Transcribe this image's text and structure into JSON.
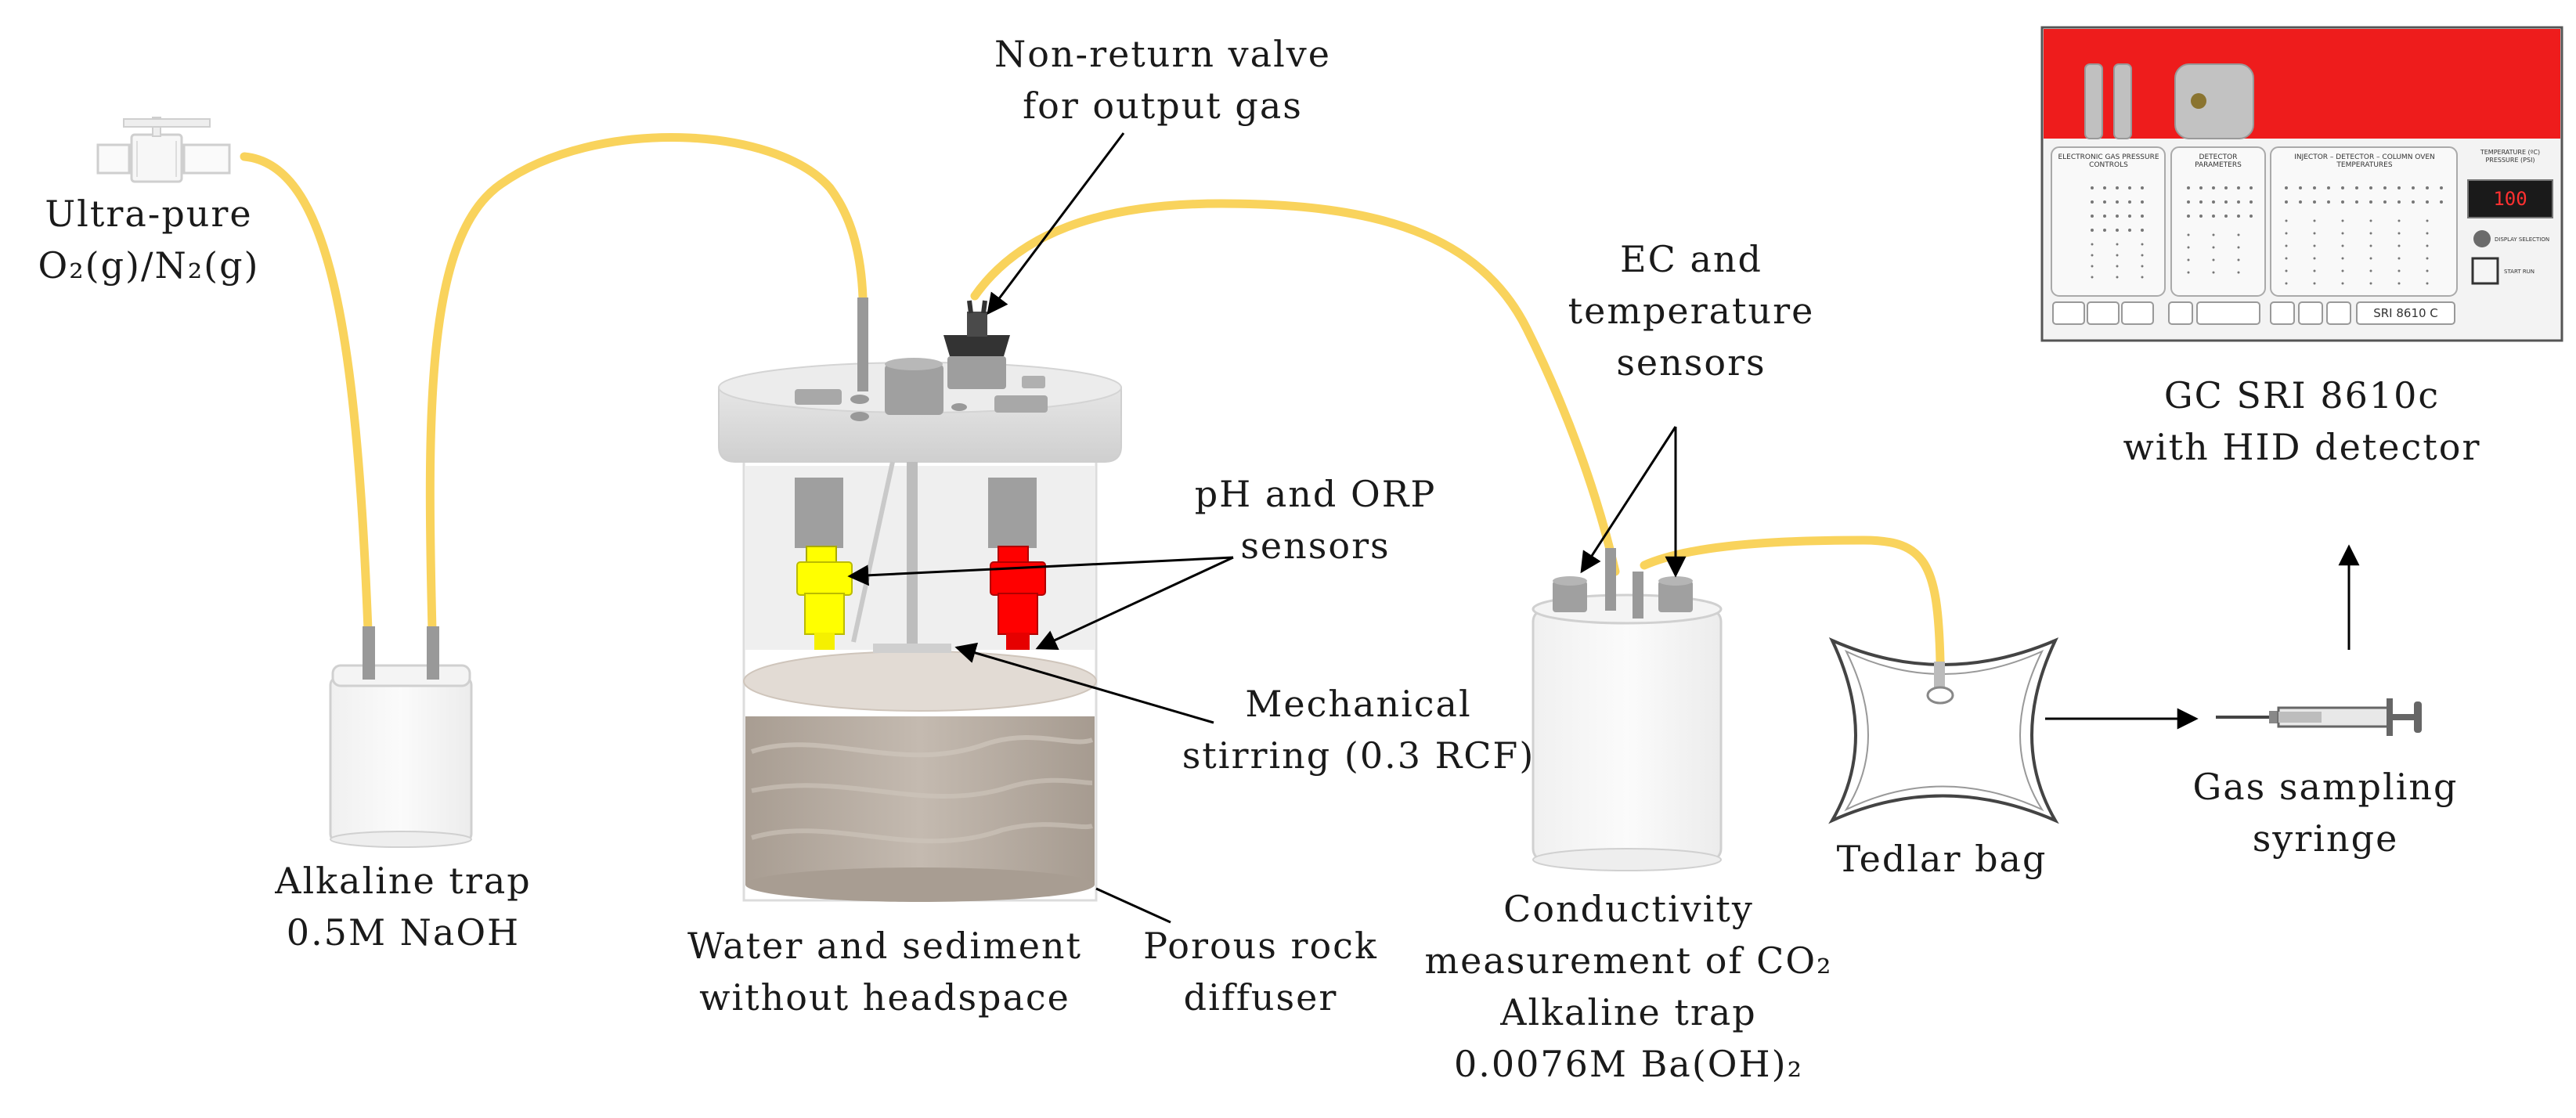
{
  "labels": {
    "gas_source": [
      "Ultra-pure",
      "O₂(g)/N₂(g)"
    ],
    "alkaline_trap_1": [
      "Alkaline trap",
      "0.5M NaOH"
    ],
    "valve": [
      "Non-return valve",
      "for output gas"
    ],
    "ph_orp": [
      "pH and ORP",
      "sensors"
    ],
    "stirring": [
      "Mechanical",
      "stirring (0.3 RCF)"
    ],
    "water_sediment": [
      "Water and sediment",
      "without headspace"
    ],
    "diffuser": [
      "Porous rock",
      "diffuser"
    ],
    "ec_temp": [
      "EC and",
      "temperature",
      "sensors"
    ],
    "conductivity": [
      "Conductivity",
      "measurement of CO₂",
      "Alkaline trap",
      "0.0076M Ba(OH)₂"
    ],
    "tedlar": "Tedlar bag",
    "syringe": [
      "Gas sampling",
      "syringe"
    ],
    "gc": [
      "GC SRI 8610c",
      "with HID detector"
    ]
  },
  "gc_panel": {
    "section_titles": [
      "ELECTRONIC GAS PRESSURE CONTROLS",
      "DETECTOR PARAMETERS",
      "INJECTOR – DETECTOR – COLUMN OVEN TEMPERATURES",
      "TEMPERATURE (ºC) PRESSURE (PSI)"
    ],
    "display_value": "100",
    "model_label": "SRI 8610 C",
    "small_labels": [
      "DISPLAY SELECTION",
      "START RUN"
    ]
  },
  "colors": {
    "tubing": "#f9d35c",
    "ph_sensor": "#ffff00",
    "orp_sensor": "#ff0000",
    "gc_top": "#ee1c1c",
    "sediment": "#b9aea3"
  }
}
